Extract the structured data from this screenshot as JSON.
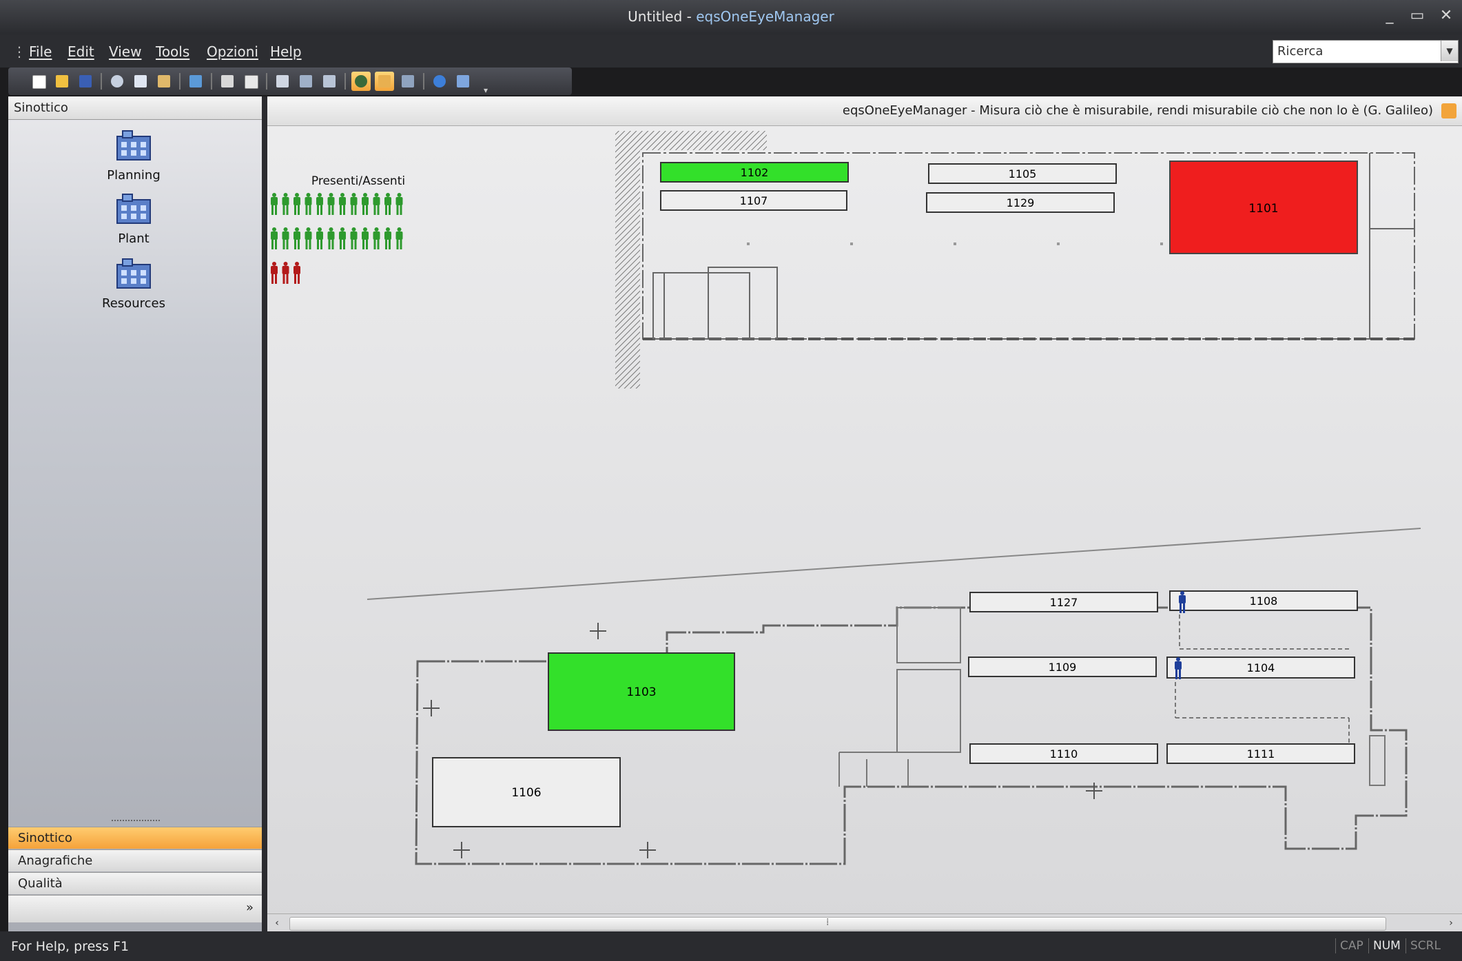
{
  "window": {
    "title_doc": "Untitled",
    "title_sep": " - ",
    "title_app": "eqsOneEyeManager",
    "minimize": "_",
    "maximize": "▭",
    "close": "✕"
  },
  "menu": {
    "items": [
      "File",
      "Edit",
      "View",
      "Tools",
      "Opzioni",
      "Help"
    ]
  },
  "search": {
    "value": "Ricerca"
  },
  "toolbar": {
    "icons": [
      "new-icon",
      "open-icon",
      "save-icon",
      "cut-icon",
      "copy-icon",
      "paste-icon",
      "refresh-icon",
      "print-icon",
      "print-preview-icon",
      "calendar-icon",
      "monitor-icon",
      "zoom-icon",
      "people-icon",
      "folder-user-icon",
      "chart-icon",
      "help-icon",
      "whats-this-icon"
    ],
    "active": [
      "people-icon",
      "folder-user-icon"
    ]
  },
  "leftpane": {
    "header": "Sinottico",
    "nav": [
      {
        "label": "Planning"
      },
      {
        "label": "Plant"
      },
      {
        "label": "Resources"
      }
    ],
    "sections": [
      "Sinottico",
      "Anagrafiche",
      "Qualità"
    ],
    "selected_section": "Sinottico",
    "more": "»"
  },
  "main": {
    "caption": "eqsOneEyeManager - Misura ciò che è misurabile, rendi misurabile ciò che non lo è (G. Galileo)",
    "presence_label": "Presenti/Assenti",
    "present_count": 24,
    "absent_count": 3,
    "machines": [
      {
        "id": "1102",
        "status": "green"
      },
      {
        "id": "1105",
        "status": "idle"
      },
      {
        "id": "1107",
        "status": "idle"
      },
      {
        "id": "1129",
        "status": "idle"
      },
      {
        "id": "1101",
        "status": "red"
      },
      {
        "id": "1127",
        "status": "idle"
      },
      {
        "id": "1108",
        "status": "idle"
      },
      {
        "id": "1109",
        "status": "idle"
      },
      {
        "id": "1104",
        "status": "idle"
      },
      {
        "id": "1103",
        "status": "green"
      },
      {
        "id": "1106",
        "status": "idle"
      },
      {
        "id": "1110",
        "status": "idle"
      },
      {
        "id": "1111",
        "status": "idle"
      }
    ],
    "colors": {
      "green": "#33e02a",
      "red": "#ef1e1e",
      "idle": "#eeeeee",
      "present": "#2e9a2e",
      "absent": "#b31a1a",
      "operator": "#1f3f9a"
    }
  },
  "scroll": {
    "left": "‹",
    "right": "›",
    "grip": "⁞"
  },
  "status": {
    "help": "For Help, press F1",
    "indicators": [
      {
        "label": "CAP",
        "on": false
      },
      {
        "label": "NUM",
        "on": true
      },
      {
        "label": "SCRL",
        "on": false
      }
    ]
  }
}
